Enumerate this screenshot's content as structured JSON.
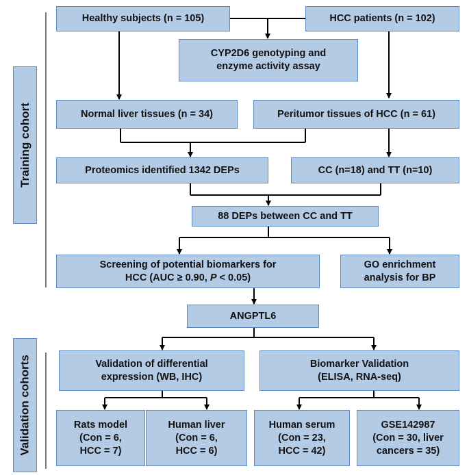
{
  "side_labels": {
    "training": "Training cohort",
    "validation": "Validation cohorts"
  },
  "boxes": {
    "healthy": "Healthy subjects (n = 105)",
    "hcc_patients": "HCC patients (n = 102)",
    "cyp2d6": [
      "CYP2D6 genotyping and",
      "enzyme activity  assay"
    ],
    "normal_liver": "Normal liver tissues (n = 34)",
    "peritumor": "Peritumor tissues of HCC (n = 61)",
    "proteomics": "Proteomics identified 1342 DEPs",
    "cc_tt": "CC (n=18) and TT (n=10)",
    "deps88": "88 DEPs between CC and TT",
    "screening": {
      "line1": "Screening of potential biomarkers for",
      "line2_a": "HCC (AUC ≥ 0.90, ",
      "line2_p": "P",
      "line2_b": " < 0.05)"
    },
    "go": [
      "GO enrichment",
      "analysis for BP"
    ],
    "angptl6": "ANGPTL6",
    "validation_diff": [
      "Validation of differential",
      "expression (WB, IHC)"
    ],
    "biomarker_val": [
      "Biomarker Validation",
      "(ELISA, RNA-seq)"
    ],
    "rats": [
      "Rats model",
      "(Con = 6,",
      "HCC = 7)"
    ],
    "human_liver": [
      "Human liver",
      "(Con = 6,",
      "HCC = 6)"
    ],
    "human_serum": [
      "Human serum",
      "(Con = 23,",
      "HCC = 42)"
    ],
    "gse": [
      "GSE142987",
      "(Con = 30, liver",
      "cancers = 35)"
    ]
  }
}
